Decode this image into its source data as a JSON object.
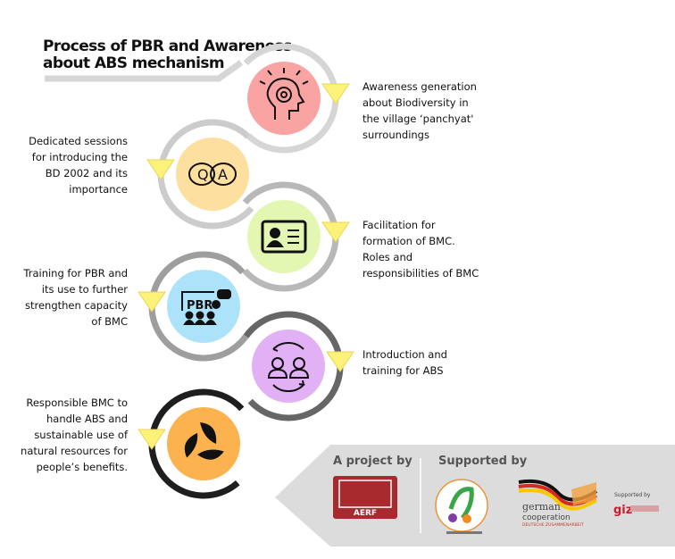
{
  "title": {
    "line1": "Process of PBR and Awareness",
    "line2": "about ABS mechanism"
  },
  "steps": [
    {
      "icon": "head-idea-icon",
      "color": "#f9a3a3",
      "ring": "#d6d6d6",
      "lines": [
        "Awareness generation",
        "about Biodiversity in",
        "the village ‘panchyat'",
        "surroundings"
      ]
    },
    {
      "icon": "qa-bubbles-icon",
      "color": "#fde0a0",
      "ring": "#cccccc",
      "lines": [
        "Dedicated sessions",
        "for introducing the",
        "BD 2002 and its",
        "importance"
      ]
    },
    {
      "icon": "id-card-icon",
      "color": "#e3f7b3",
      "ring": "#b8b8b8",
      "lines": [
        "Facilitation for",
        "formation of BMC.",
        "Roles and",
        "responsibilities of BMC"
      ]
    },
    {
      "icon": "pbr-training-icon",
      "color": "#ade3fa",
      "ring": "#9e9e9e",
      "lines": [
        "Training for PBR and",
        "its use to further",
        "strengthen capacity",
        "of BMC"
      ],
      "icon_text": "PBR"
    },
    {
      "icon": "exchange-people-icon",
      "color": "#e2b0f5",
      "ring": "#666666",
      "lines": [
        "Introduction and",
        "training for ABS"
      ]
    },
    {
      "icon": "leaves-cycle-icon",
      "color": "#fbb24f",
      "ring": "#1e1e1e",
      "lines": [
        "Responsible BMC to",
        "handle ABS and",
        "sustainable use of",
        "natural resources for",
        "people’s benefits."
      ]
    }
  ],
  "footer": {
    "project_by": "A project by",
    "supported_by": "Supported by",
    "aerf": "AERF",
    "german1": "german",
    "german2": "cooperation",
    "german3": "DEUTSCHE ZUSAMMENARBEIT",
    "giz_supported": "Supported by",
    "giz": "giz",
    "banner_color": "#dcdcdc",
    "marker_color": "#fcf27a"
  }
}
